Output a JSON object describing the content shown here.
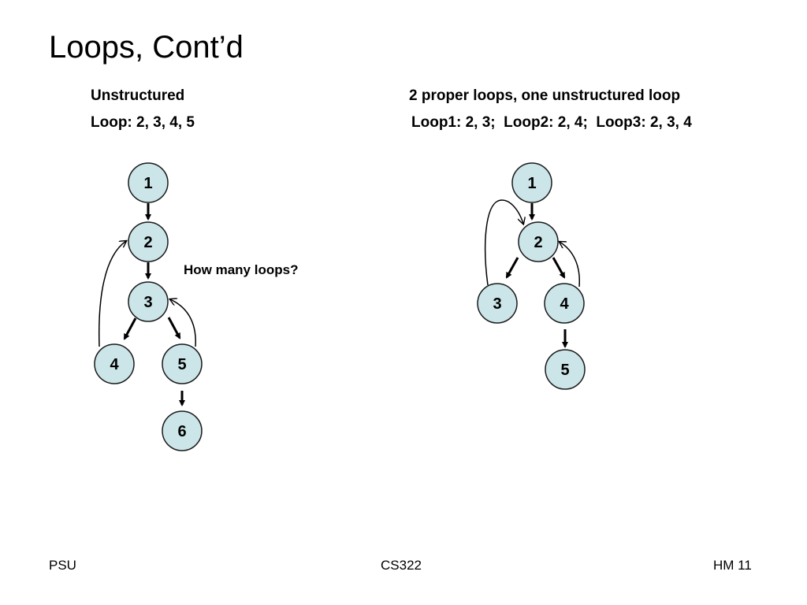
{
  "slide": {
    "title": "Loops, Cont’d"
  },
  "left": {
    "heading": "Unstructured",
    "subheading": "Loop: 2, 3, 4, 5",
    "annotation": "How many loops?",
    "nodes": [
      "1",
      "2",
      "3",
      "4",
      "5",
      "6"
    ]
  },
  "right": {
    "heading": "2 proper loops, one unstructured loop",
    "subheading": "Loop1: 2, 3;  Loop2: 2, 4;  Loop3: 2, 3, 4",
    "nodes": [
      "1",
      "2",
      "3",
      "4",
      "5"
    ]
  },
  "footer": {
    "left": "PSU",
    "center": "CS322",
    "right": "HM 11"
  },
  "colors": {
    "node_fill": "#cbe5e9",
    "node_stroke": "#1a1a1a"
  }
}
